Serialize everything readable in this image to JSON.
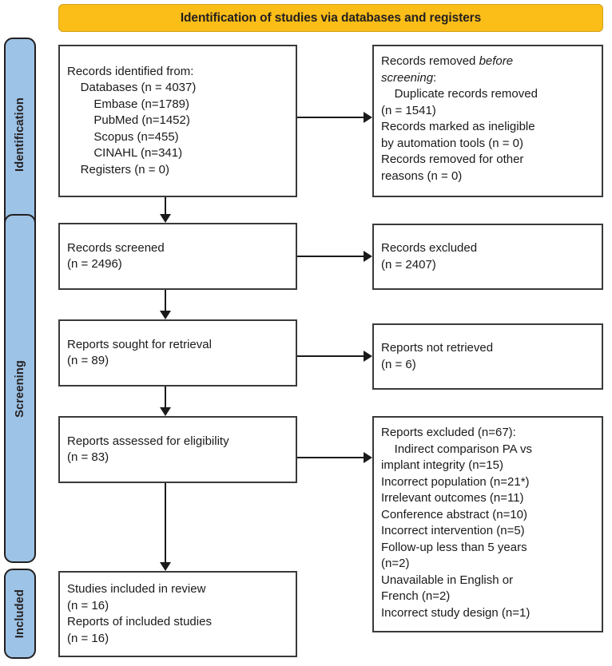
{
  "diagram": {
    "type": "prisma-flow-diagram",
    "title": "Identification of studies via databases and registers"
  },
  "banner": {
    "label": "Identification of studies via databases and registers",
    "color": "#FBBE18"
  },
  "stages": [
    {
      "id": "identification",
      "label": "Identification",
      "color": "#9DC3E6"
    },
    {
      "id": "screening",
      "label": "Screening",
      "color": "#9DC3E6"
    },
    {
      "id": "included",
      "label": "Included",
      "color": "#9DC3E6"
    }
  ],
  "boxes": {
    "identified": {
      "name": "records-identified",
      "text": "Records identified from:\n    Databases (n = 4037)\n        Embase (n=1789)\n        PubMed (n=1452)\n        Scopus (n=455)\n        CINAHL (n=341)\n    Registers (n = 0)"
    },
    "removed": {
      "name": "records-removed-before-screening",
      "line1_a": "Records removed ",
      "line1_b": "before",
      "line2_a": "screening",
      "line2_b": ":",
      "rest": "    Duplicate records removed\n(n = 1541)\nRecords marked as ineligible\nby automation tools (n = 0)\nRecords removed for other\nreasons (n = 0)"
    },
    "screened": {
      "name": "records-screened",
      "text": "Records screened\n(n = 2496)"
    },
    "records_excluded": {
      "name": "records-excluded",
      "text": "Records excluded\n(n = 2407)"
    },
    "sought": {
      "name": "reports-sought-for-retrieval",
      "text": "Reports sought for retrieval\n(n = 89)"
    },
    "not_retrieved": {
      "name": "reports-not-retrieved",
      "text": "Reports not retrieved\n(n = 6)"
    },
    "assessed": {
      "name": "reports-assessed-for-eligibility",
      "text": "Reports assessed for eligibility\n(n = 83)"
    },
    "reports_excluded": {
      "name": "reports-excluded",
      "text": "Reports excluded (n=67):\n    Indirect comparison PA vs\nimplant integrity (n=15)\nIncorrect population (n=21*)\nIrrelevant outcomes (n=11)\nConference abstract (n=10)\nIncorrect intervention (n=5)\nFollow-up less than 5 years\n(n=2)\nUnavailable in English or\nFrench (n=2)\nIncorrect study design (n=1)"
    },
    "included": {
      "name": "studies-included-in-review",
      "text": "Studies included in review\n(n = 16)\nReports of included studies\n(n = 16)"
    }
  },
  "chart_data": {
    "type": "flowchart",
    "title": "Identification of studies via databases and registers",
    "nodes": [
      {
        "id": "identified",
        "stage": "Identification",
        "column": "left",
        "label": "Records identified from",
        "counts": {
          "Databases": 4037,
          "Embase": 1789,
          "PubMed": 1452,
          "Scopus": 455,
          "CINAHL": 341,
          "Registers": 0
        }
      },
      {
        "id": "removed",
        "stage": "Identification",
        "column": "right",
        "label": "Records removed before screening",
        "counts": {
          "Duplicate records removed": 1541,
          "Records marked as ineligible by automation tools": 0,
          "Records removed for other reasons": 0
        }
      },
      {
        "id": "screened",
        "stage": "Screening",
        "column": "left",
        "label": "Records screened",
        "n": 2496
      },
      {
        "id": "records_excluded",
        "stage": "Screening",
        "column": "right",
        "label": "Records excluded",
        "n": 2407
      },
      {
        "id": "sought",
        "stage": "Screening",
        "column": "left",
        "label": "Reports sought for retrieval",
        "n": 89
      },
      {
        "id": "not_retrieved",
        "stage": "Screening",
        "column": "right",
        "label": "Reports not retrieved",
        "n": 6
      },
      {
        "id": "assessed",
        "stage": "Screening",
        "column": "left",
        "label": "Reports assessed for eligibility",
        "n": 83
      },
      {
        "id": "reports_excluded",
        "stage": "Screening",
        "column": "right",
        "label": "Reports excluded",
        "n": 67,
        "reasons": [
          {
            "reason": "Indirect comparison PA vs implant integrity",
            "n": 15
          },
          {
            "reason": "Incorrect population",
            "n": 21,
            "note": "*"
          },
          {
            "reason": "Irrelevant outcomes",
            "n": 11
          },
          {
            "reason": "Conference abstract",
            "n": 10
          },
          {
            "reason": "Incorrect intervention",
            "n": 5
          },
          {
            "reason": "Follow-up less than 5 years",
            "n": 2
          },
          {
            "reason": "Unavailable in English or French",
            "n": 2
          },
          {
            "reason": "Incorrect study design",
            "n": 1
          }
        ]
      },
      {
        "id": "included",
        "stage": "Included",
        "column": "left",
        "label": "Studies included in review",
        "n": 16,
        "reports_of_included_studies": 16
      }
    ],
    "edges": [
      {
        "from": "identified",
        "to": "removed",
        "direction": "right"
      },
      {
        "from": "identified",
        "to": "screened",
        "direction": "down"
      },
      {
        "from": "screened",
        "to": "records_excluded",
        "direction": "right"
      },
      {
        "from": "screened",
        "to": "sought",
        "direction": "down"
      },
      {
        "from": "sought",
        "to": "not_retrieved",
        "direction": "right"
      },
      {
        "from": "sought",
        "to": "assessed",
        "direction": "down"
      },
      {
        "from": "assessed",
        "to": "reports_excluded",
        "direction": "right"
      },
      {
        "from": "assessed",
        "to": "included",
        "direction": "down"
      }
    ]
  }
}
